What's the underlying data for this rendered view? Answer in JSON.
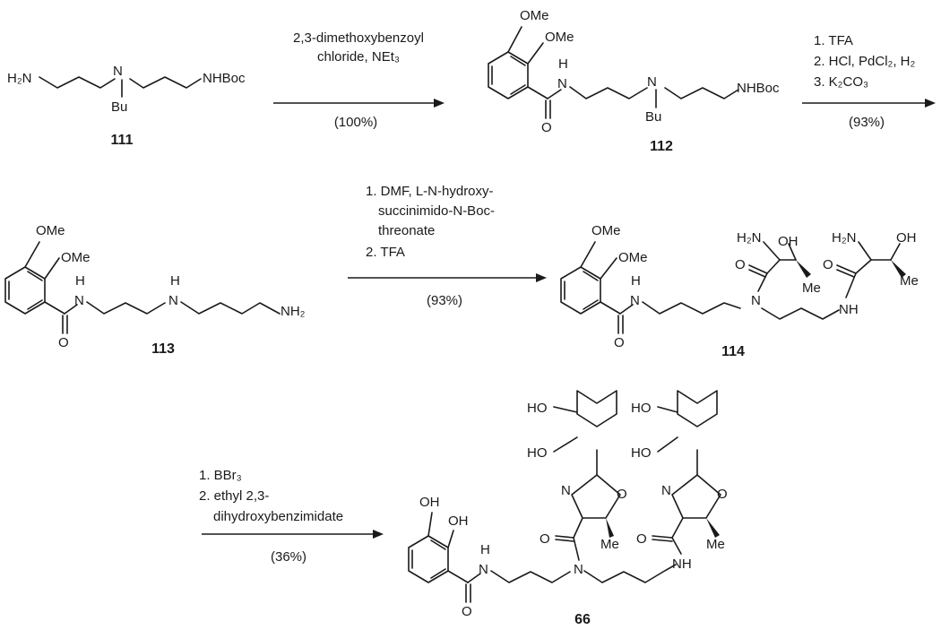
{
  "compounds": [
    {
      "id": "111",
      "label": "111"
    },
    {
      "id": "112",
      "label": "112"
    },
    {
      "id": "113",
      "label": "113"
    },
    {
      "id": "114",
      "label": "114"
    },
    {
      "id": "66",
      "label": "66"
    }
  ],
  "atoms": {
    "h2n": "H₂N",
    "n": "N",
    "bu": "Bu",
    "nhboc": "NHBoc",
    "ome": "OMe",
    "o": "O",
    "h": "H",
    "nh2": "NH₂",
    "nh": "NH",
    "oh": "OH",
    "ho": "HO",
    "me": "Me",
    "h2n_sub": "H₂N"
  },
  "steps": [
    {
      "id": "step1",
      "reagent_lines": [
        "2,3-dimethoxybenzoyl",
        "chloride, NEt₃"
      ],
      "yield": "(100%)"
    },
    {
      "id": "step2",
      "reagent_lines": [
        "1. TFA",
        "2. HCl, PdCl₂, H₂",
        "3. K₂CO₃"
      ],
      "yield": "(93%)"
    },
    {
      "id": "step3",
      "reagent_lines": [
        "1. DMF, L-N-hydroxy-",
        "succinimido-N-Boc-",
        "threonate",
        "2. TFA"
      ],
      "yield": "(93%)"
    },
    {
      "id": "step4",
      "reagent_lines": [
        "1. BBr₃",
        "2. ethyl 2,3-",
        "dihydroxybenzimidate"
      ],
      "yield": "(36%)"
    }
  ]
}
